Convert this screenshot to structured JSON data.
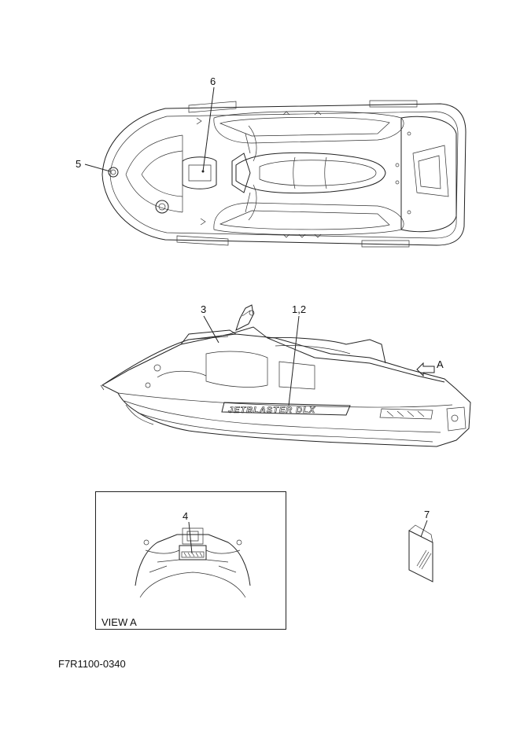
{
  "callouts": {
    "c1": "1,2",
    "c3": "3",
    "c4": "4",
    "c5": "5",
    "c6": "6",
    "c7": "7",
    "arrowA": "A"
  },
  "view_label": "VIEW A",
  "drawing_code": "F7R1100-0340",
  "decal_text": "JETBLASTER DLX"
}
